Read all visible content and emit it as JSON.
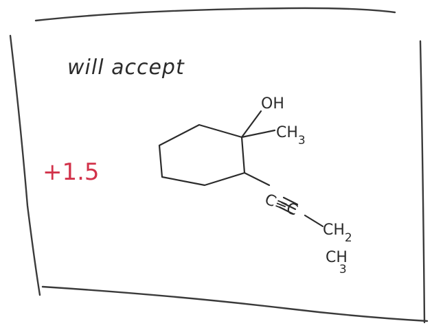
{
  "note": "will accept",
  "score": "+1.5",
  "molecule": {
    "oh": "OH",
    "methyl": {
      "text": "CH",
      "sub": "3"
    },
    "triple_bond": "C≡C",
    "chain_ch2": {
      "text": "CH",
      "sub": "2"
    },
    "chain_ch3": {
      "text": "CH",
      "sub": "3"
    }
  },
  "colors": {
    "ink": "#2b2b2b",
    "score": "#d2324a",
    "frame": "#3a3a3a"
  }
}
